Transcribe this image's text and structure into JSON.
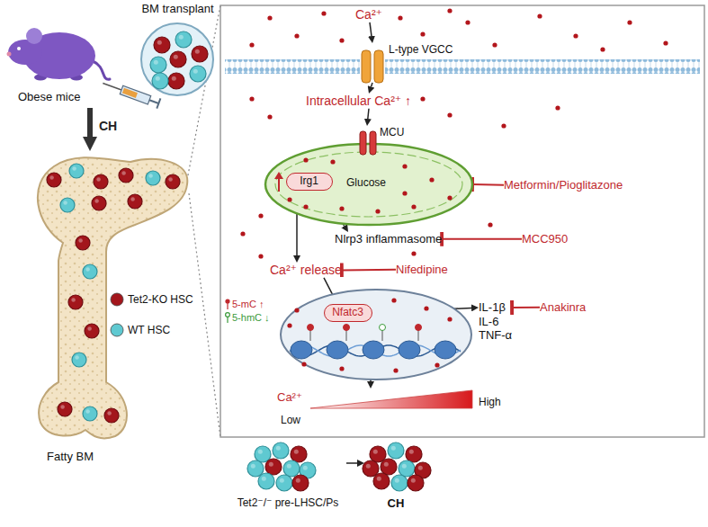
{
  "diagram": {
    "nodes": [
      {
        "text": [
          "BM transplant"
        ]
      },
      {
        "text": [
          "Obese mice"
        ]
      },
      {
        "text": [
          "Fatty BM"
        ]
      },
      {
        "text": [
          "Ca²⁺"
        ]
      },
      {
        "text": [
          "L-type VGCC"
        ]
      },
      {
        "text": [
          "Intracellular Ca²⁺ ↑"
        ]
      },
      {
        "text": [
          "Glucose"
        ]
      },
      {
        "text": [
          "MCU"
        ],
        "in": 6
      },
      {
        "text": [
          "Irg1"
        ],
        "in": 6
      },
      {
        "text": [
          "Metformin/Pioglitazone"
        ]
      },
      {
        "text": [
          "Nlrp3 inflammasome"
        ]
      },
      {
        "text": [
          "MCC950"
        ]
      },
      {
        "text": [
          "Ca²⁺ release"
        ]
      },
      {
        "text": [
          "Nifedipine"
        ]
      },
      {
        "text": [
          "5-mC ↑",
          "5-hmC ↓"
        ]
      },
      {
        "text": [
          "Nfatc3"
        ],
        "in": 14
      },
      {
        "text": [
          "IL-1β",
          "IL-6",
          "TNF-α"
        ]
      },
      {
        "text": [
          "Anakinra"
        ]
      },
      {
        "text": [
          "Ca²⁺",
          "Low",
          "High"
        ]
      },
      {
        "text": [
          "Tet2⁻/⁻ pre-LHSC/Ps"
        ]
      },
      {
        "text": [
          "CH"
        ]
      }
    ],
    "edges": [
      {
        "from": 1,
        "to": 2,
        "label": "CH",
        "arrow": "to"
      },
      {
        "from": 3,
        "to": 4,
        "arrow": "to"
      },
      {
        "from": 4,
        "to": 5,
        "arrow": "to"
      },
      {
        "from": 5,
        "to": 7,
        "arrow": "to"
      },
      {
        "from": 9,
        "to": 6,
        "arrow": "to"
      },
      {
        "from": 8,
        "to": 12,
        "arrow": "to"
      },
      {
        "from": 8,
        "to": 10,
        "arrow": "to"
      },
      {
        "from": 11,
        "to": 10,
        "arrow": "to"
      },
      {
        "from": 13,
        "to": 12,
        "arrow": "to"
      },
      {
        "from": 12,
        "to": 15,
        "arrow": "to"
      },
      {
        "from": 15,
        "to": 16,
        "arrow": "to"
      },
      {
        "from": 17,
        "to": 16,
        "arrow": "to"
      },
      {
        "from": 14,
        "to": 18,
        "arrow": "to"
      },
      {
        "from": 19,
        "to": 20,
        "arrow": "to"
      }
    ],
    "legend": [
      {
        "text": "Tet2-KO HSC",
        "color": "#a3161c"
      },
      {
        "text": "WT HSC",
        "color": "#5fc9d1"
      }
    ]
  }
}
